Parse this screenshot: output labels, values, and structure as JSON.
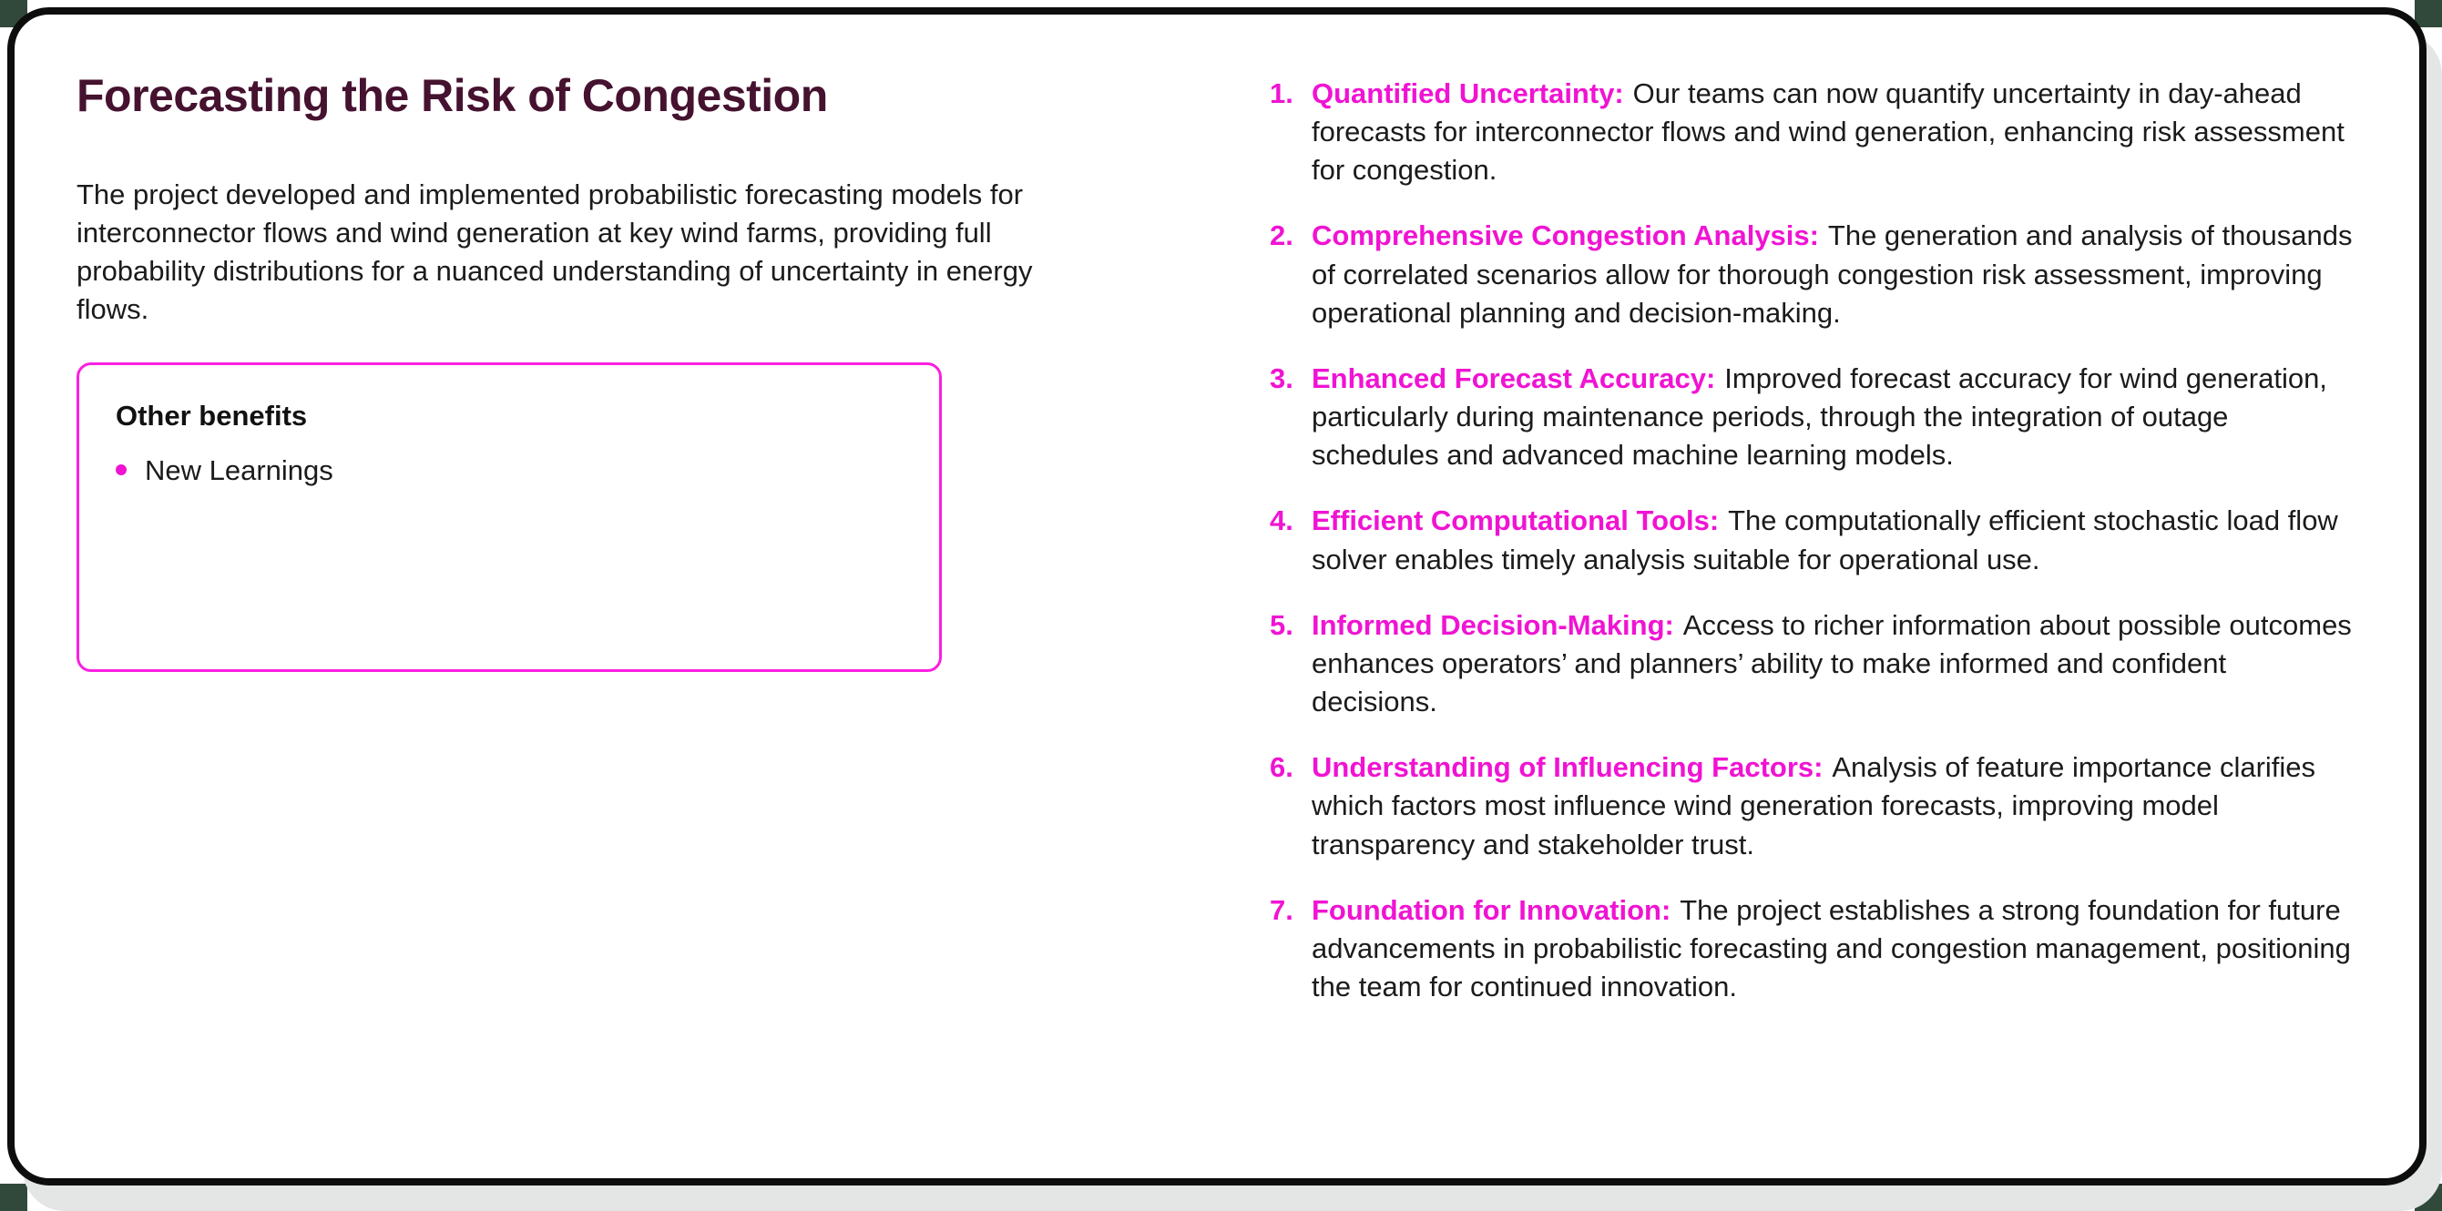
{
  "page": {
    "title": "Forecasting the Risk of Congestion",
    "intro": "The project developed and implemented probabilistic forecasting models for interconnector flows and wind generation at key wind farms, providing full probability distributions for a nuanced understanding of uncertainty in energy flows."
  },
  "benefits_box": {
    "heading": "Other benefits",
    "items": [
      "New Learnings"
    ]
  },
  "key_benefits": [
    {
      "number": "1.",
      "label": "Quantified Uncertainty:",
      "text": "Our teams can now quantify uncertainty in day-ahead forecasts for interconnector flows and wind generation, enhancing risk assessment for congestion."
    },
    {
      "number": "2.",
      "label": "Comprehensive Congestion Analysis:",
      "text": "The generation and analysis of thousands of correlated scenarios allow for thorough congestion risk assessment, improving operational planning and decision-making."
    },
    {
      "number": "3.",
      "label": "Enhanced Forecast Accuracy:",
      "text": "Improved forecast accuracy for wind generation, particularly during maintenance periods, through the integration of outage schedules and advanced machine learning models."
    },
    {
      "number": "4.",
      "label": "Efficient Computational Tools:",
      "text": "The computationally efficient stochastic load flow solver enables timely analysis suitable for operational use."
    },
    {
      "number": "5.",
      "label": "Informed Decision-Making:",
      "text": "Access to richer information about possible outcomes enhances operators’ and planners’ ability to make informed and confident decisions."
    },
    {
      "number": "6.",
      "label": "Understanding of Influencing Factors:",
      "text": "Analysis of feature importance clarifies which factors most influence wind generation forecasts, improving model transparency and stakeholder trust."
    },
    {
      "number": "7.",
      "label": "Foundation for Innovation:",
      "text": "The project establishes a strong foundation for future advancements in probabilistic forecasting and congestion management, positioning the team for continued innovation."
    }
  ],
  "colors": {
    "accent_magenta": "#f013d3",
    "box_border_magenta": "#fb1fe0",
    "title_plum": "#45122f",
    "card_border_black": "#0d0d0d",
    "shadow_grey": "#e4e5e5",
    "corner_green": "#31493a"
  }
}
